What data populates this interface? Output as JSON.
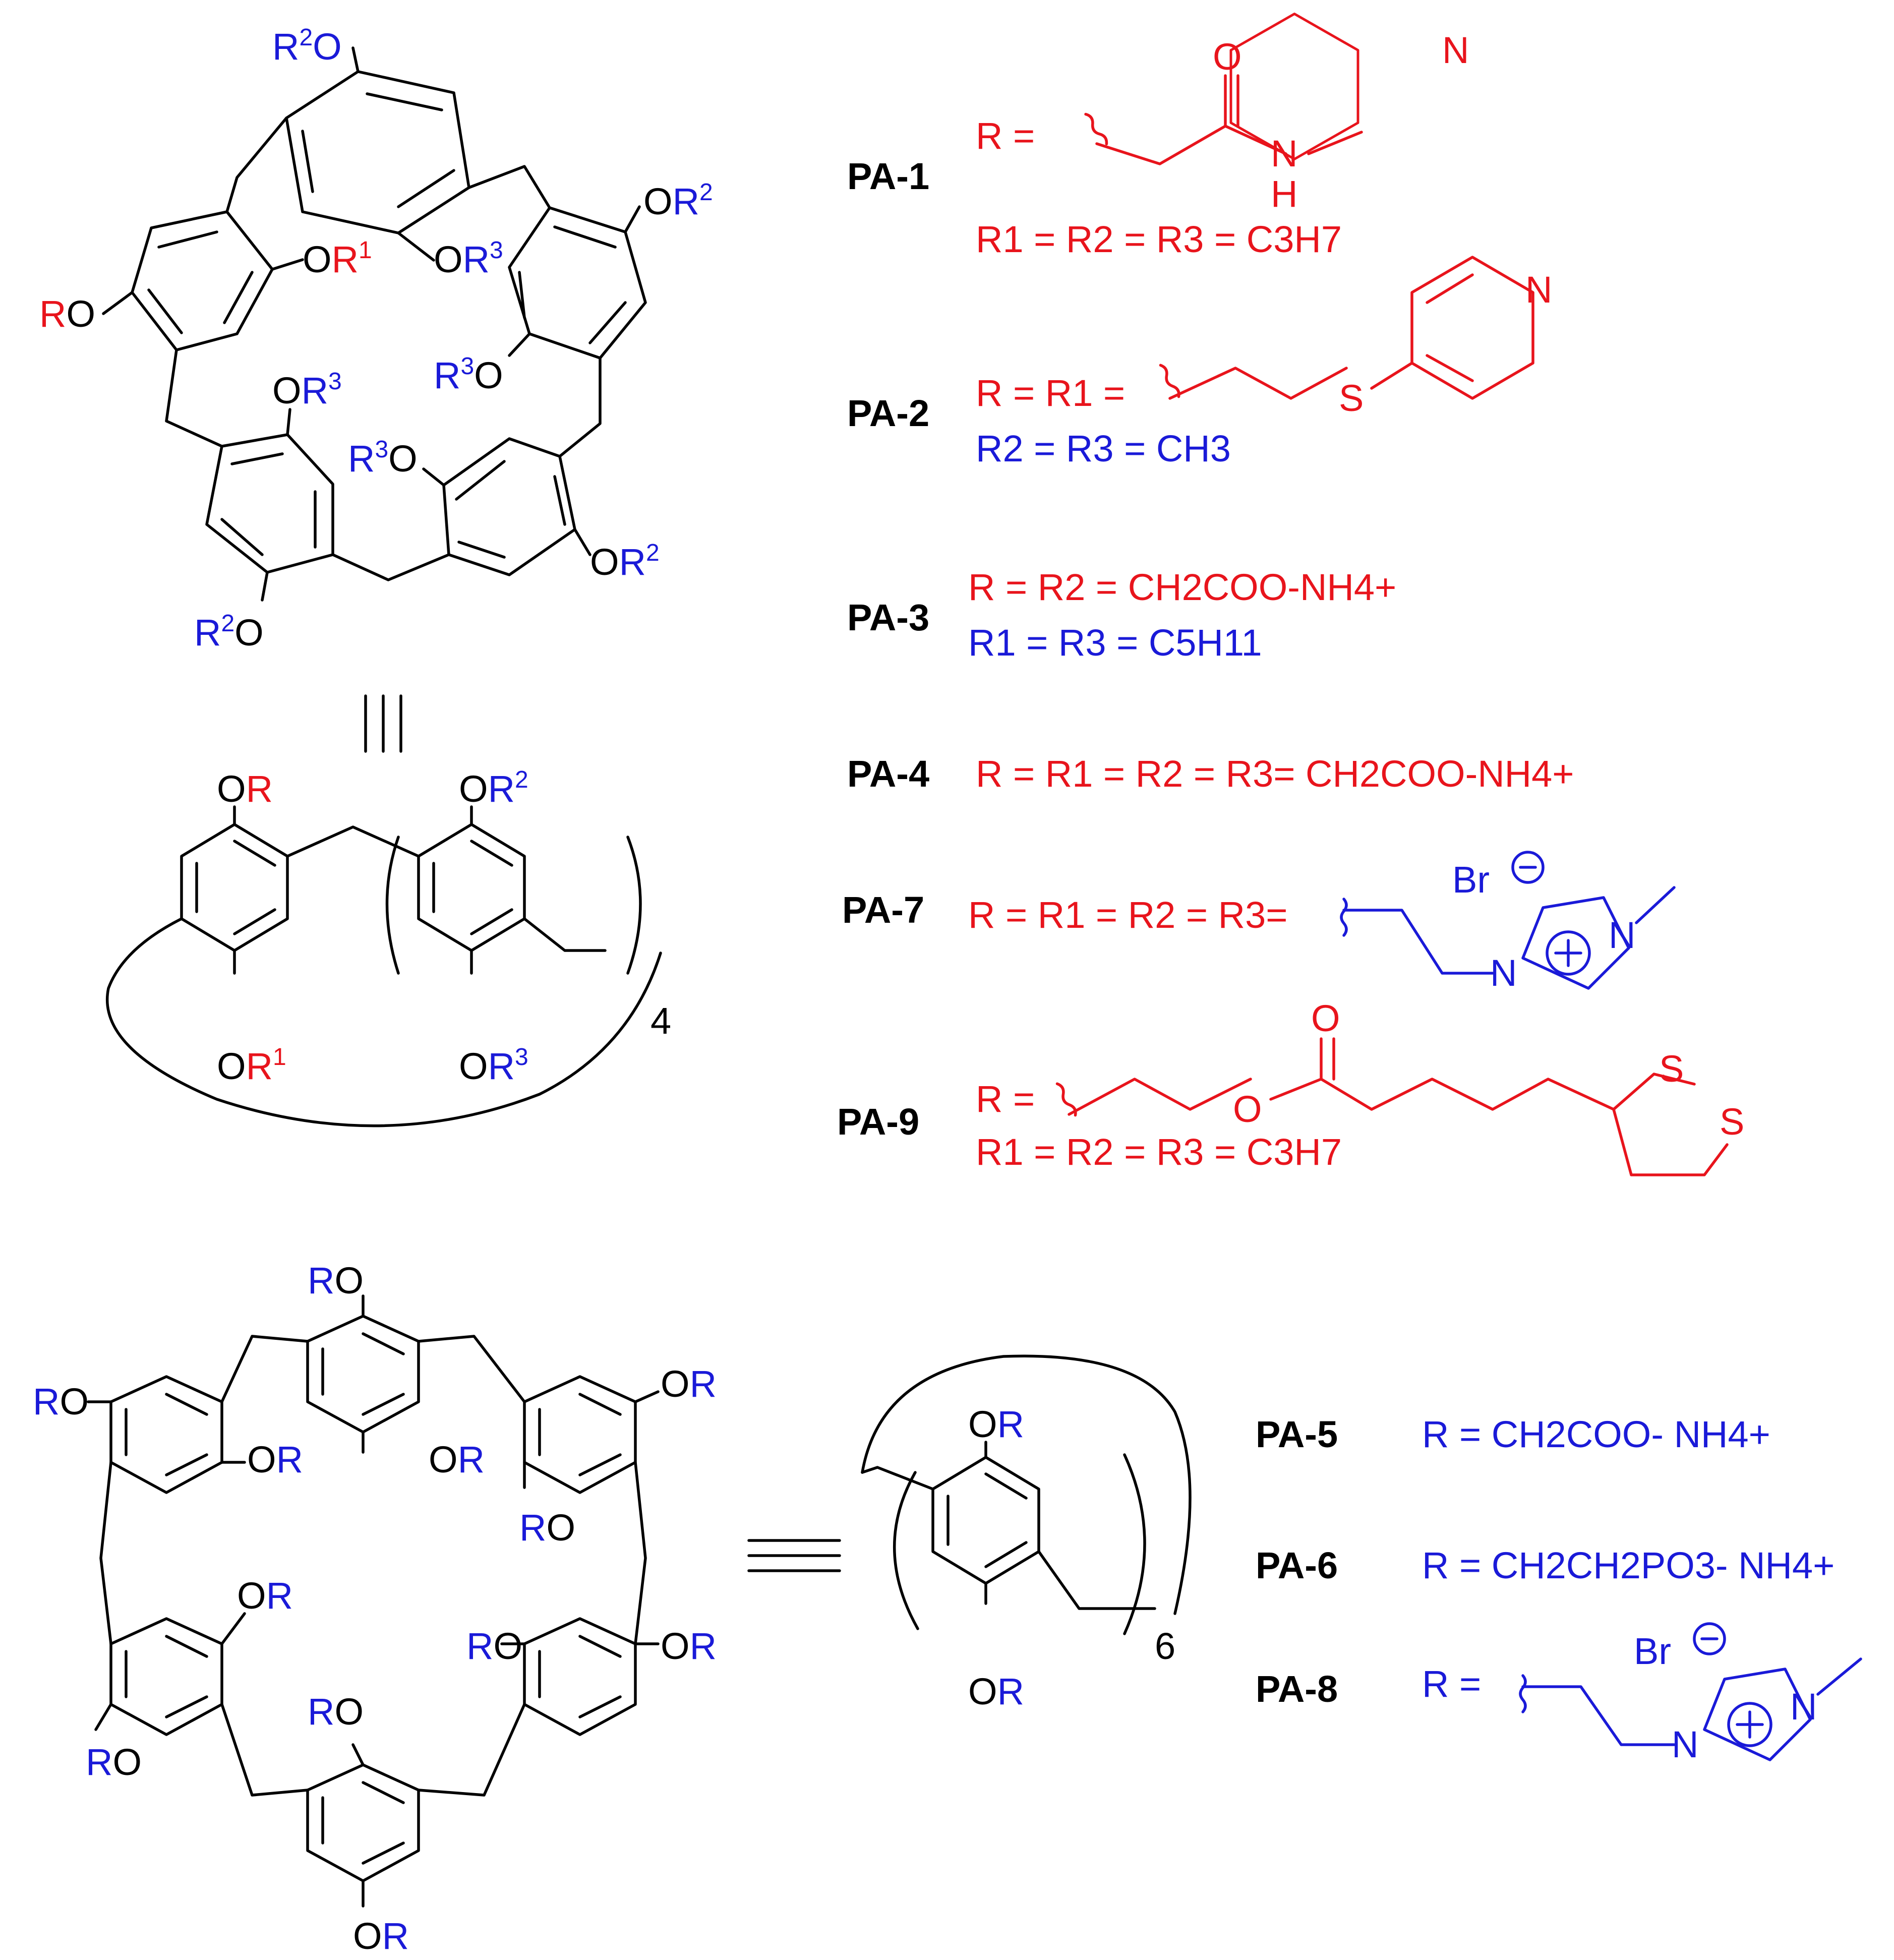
{
  "colors": {
    "red": "#e8141c",
    "blue": "#1a1ad8",
    "black": "#000000"
  },
  "labels": {
    "RO": "RO",
    "OR": "OR",
    "O": "O",
    "R": "R",
    "R1": "R",
    "R2": "R",
    "R3": "R",
    "sup1": "1",
    "sup2": "2",
    "sup3": "3",
    "equiv": "≡",
    "n4": "4",
    "n6": "6"
  },
  "compounds": [
    {
      "id": "PA-1",
      "label": "PA-1",
      "line1": "R =",
      "line2": "R1 = R2 = R3 = C3H7"
    },
    {
      "id": "PA-2",
      "label": "PA-2",
      "line1": "R = R1 =",
      "line2": "R2 = R3 = CH3"
    },
    {
      "id": "PA-3",
      "label": "PA-3",
      "line1": "R = R2 = CH2COO-NH4+",
      "line2": "R1 = R3 = C5H11"
    },
    {
      "id": "PA-4",
      "label": "PA-4",
      "line1": "R = R1 = R2 = R3= CH2COO-NH4+"
    },
    {
      "id": "PA-7",
      "label": "PA-7",
      "line1": "R = R1 = R2 = R3="
    },
    {
      "id": "PA-9",
      "label": "PA-9",
      "line1": "R =",
      "line2": "R1 = R2 = R3 = C3H7"
    },
    {
      "id": "PA-5",
      "label": "PA-5",
      "line1": "R = CH2COO- NH4+"
    },
    {
      "id": "PA-6",
      "label": "PA-6",
      "line1": "R = CH2CH2PO3- NH4+"
    },
    {
      "id": "PA-8",
      "label": "PA-8",
      "line1": "R ="
    }
  ],
  "atoms": {
    "O": "O",
    "N": "N",
    "H": "H",
    "S": "S",
    "Br": "Br"
  }
}
